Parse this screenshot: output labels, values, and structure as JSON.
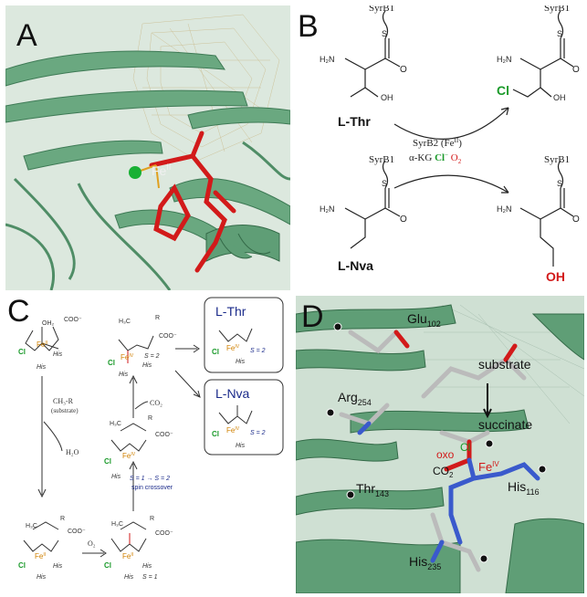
{
  "figure": {
    "panel_a": {
      "label": "A",
      "fe_label": "Fe",
      "fe_ox": "II"
    },
    "panel_b": {
      "label": "B",
      "carrier": "SyrB1",
      "thr_name": "L-Thr",
      "nva_name": "L-Nva",
      "enzyme": "SyrB2 (Fe",
      "enzyme_ox": "II",
      "enzyme_close": ")",
      "cofactor_prefix": "α-KG ",
      "cofactor_cl": "Cl",
      "cofactor_sup": "−",
      "cofactor_o2": " O",
      "cofactor_o2_sub": "2",
      "cl_atom": "Cl",
      "oh_atom": "OH",
      "nh2": "H₂N",
      "oh": "OH",
      "o": "O",
      "s": "S"
    },
    "panel_c": {
      "label": "C",
      "substrate": "CH₃-R",
      "substrate_note": "(substrate)",
      "water": "H₂O",
      "o2": "O₂",
      "co2": "CO₂",
      "spin_crossover_eq": "S = 1 → S = 2",
      "spin_crossover": "spin crossover",
      "s1": "S = 1",
      "s2": "S = 2",
      "box_thr": "L-Thr",
      "box_nva": "L-Nva",
      "his": "His",
      "cl": "Cl",
      "fe": "Fe",
      "ox_iv": "IV",
      "ox_ii": "II",
      "oh2": "OH₂",
      "coo": "COO⁻",
      "h3c": "H₃C",
      "r": "R"
    },
    "panel_d": {
      "label": "D",
      "glu": "Glu",
      "glu_sub": "102",
      "substrate": "substrate",
      "arg": "Arg",
      "arg_sub": "254",
      "succinate": "succinate",
      "oxo": "oxo",
      "cl": "Cl",
      "co2": "CO",
      "co2_sub": "2",
      "fe": "Fe",
      "fe_ox": "IV",
      "his116": "His",
      "his116_sub": "116",
      "thr": "Thr",
      "thr_sub": "143",
      "his235": "His",
      "his235_sub": "235"
    }
  }
}
